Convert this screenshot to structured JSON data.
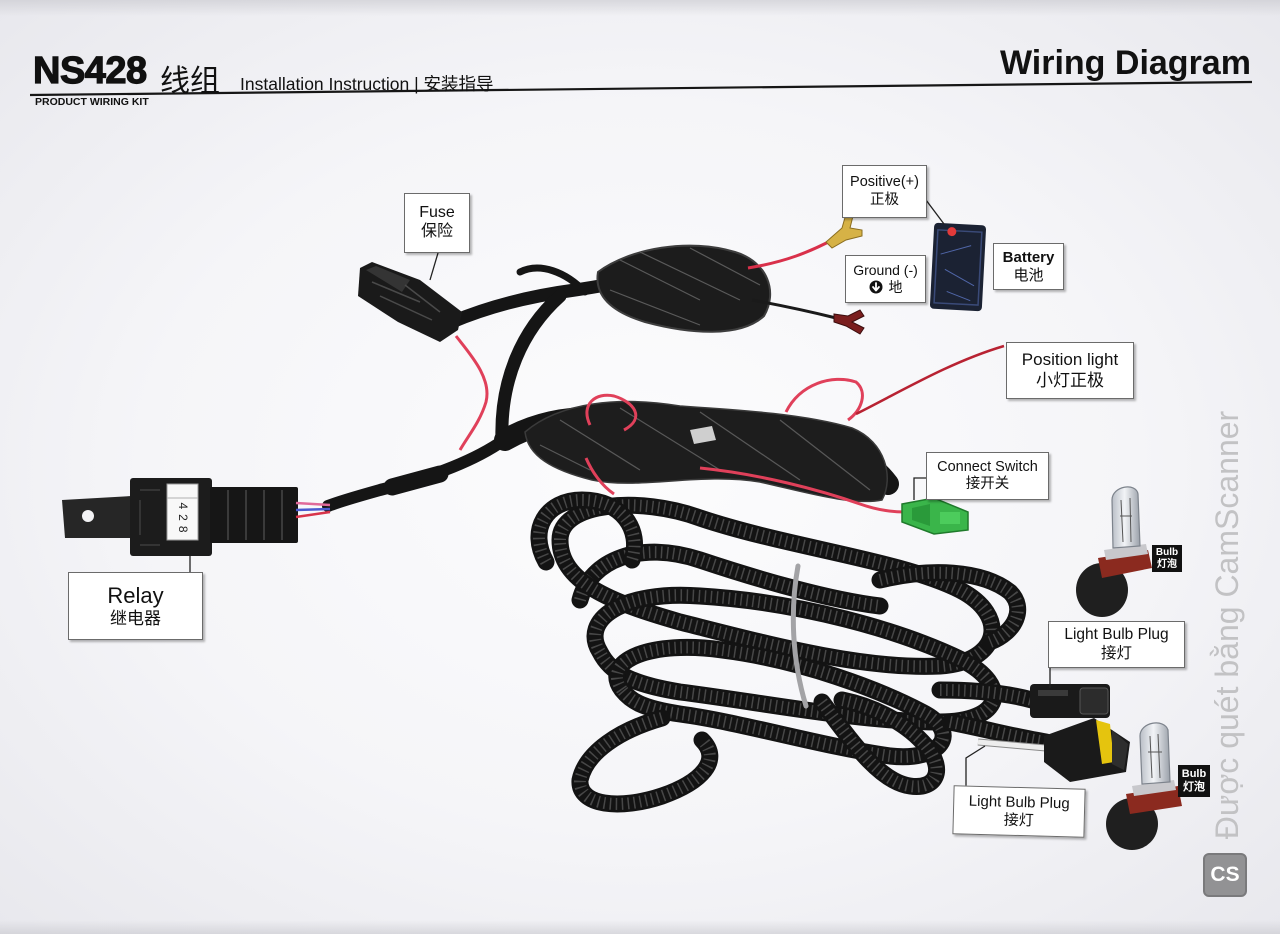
{
  "header": {
    "model": "NS428",
    "model_cn": "线组",
    "subtitle": "Installation Instruction | 安装指导",
    "kit_label": "PRODUCT WIRING KIT",
    "title": "Wiring Diagram"
  },
  "callouts": {
    "fuse": {
      "en": "Fuse",
      "cn": "保险"
    },
    "positive": {
      "en": "Positive(+)",
      "cn": "正极"
    },
    "battery": {
      "en": "Battery",
      "cn": "电池"
    },
    "ground": {
      "en": "Ground (-)",
      "cn": "地",
      "icon": "ground-arrow-icon"
    },
    "position_light": {
      "en": "Position light",
      "cn": "小灯正极"
    },
    "connect_switch": {
      "en": "Connect Switch",
      "cn": "接开关"
    },
    "relay": {
      "en": "Relay",
      "cn": "继电器"
    },
    "light_bulb_plug_top": {
      "en": "Light Bulb Plug",
      "cn": "接灯"
    },
    "light_bulb_plug_bottom": {
      "en": "Light Bulb Plug",
      "cn": "接灯"
    },
    "bulb_top": {
      "en": "Bulb",
      "cn": "灯泡"
    },
    "bulb_bottom": {
      "en": "Bulb",
      "cn": "灯泡"
    }
  },
  "relay_tag": "428",
  "watermark": {
    "text": "Được quét bằng CamScanner",
    "logo": "CS"
  },
  "colors": {
    "paper": "#f5f5f8",
    "ink": "#111111",
    "callout_border": "#6b6b6b",
    "wire_red": "#e0405a",
    "connector_green": "#3ab54a",
    "seal_yellow": "#e5c40e",
    "battery_body": "#1b2233",
    "watermark": "#c2c2c4"
  }
}
